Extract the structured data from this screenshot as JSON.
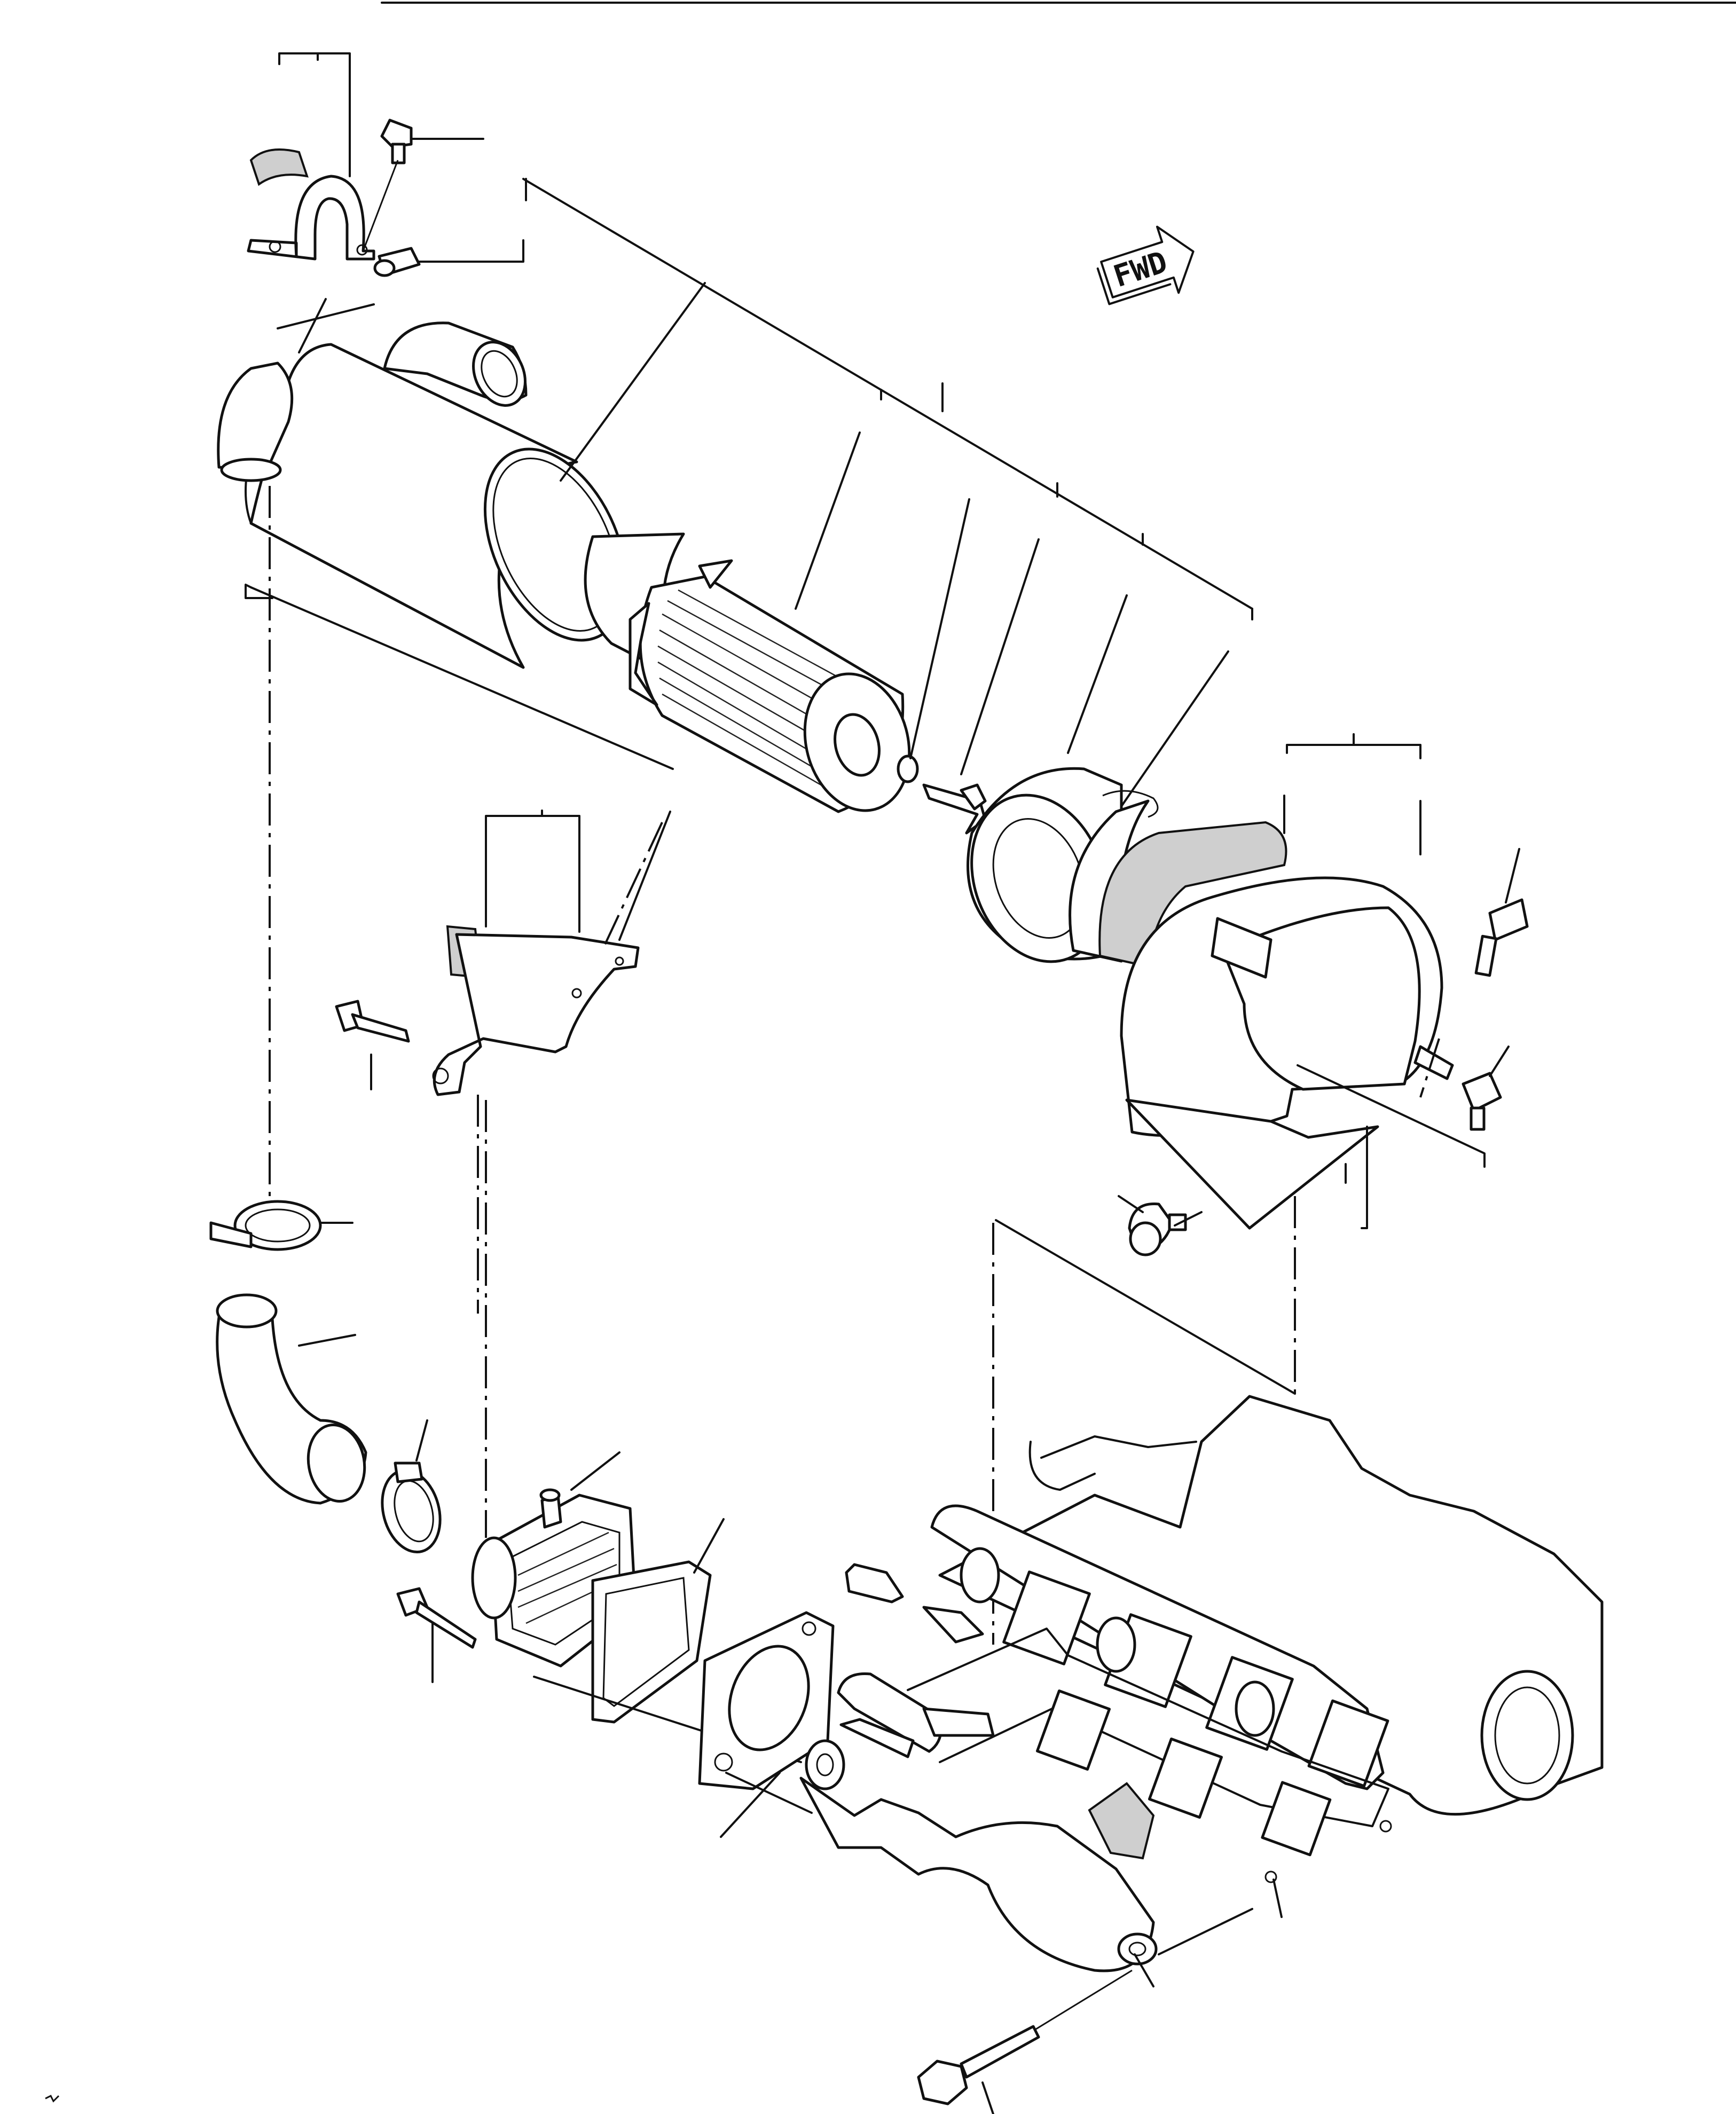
{
  "diagram": {
    "direction_indicator": {
      "label": "FWD",
      "icon": "forward-arrow-icon"
    },
    "parts": [
      "clamp-bracket",
      "bracket-bolt",
      "clamp-bolt",
      "air-cleaner-body",
      "air-cleaner-elbow",
      "air-cleaner-lid",
      "filter-element",
      "wing-nut-washer",
      "wing-nut",
      "outer-cover",
      "rubber-band-ring",
      "mounting-band",
      "bracket-base-bolt",
      "band-bolt",
      "support-bracket",
      "support-bracket-bolt",
      "hose-clamp-upper",
      "air-inlet-hose",
      "hose-clamp-lower",
      "intake-connector",
      "connector-gasket",
      "connector-bolt",
      "intake-adapter",
      "intake-manifold",
      "manifold-gasket",
      "manifold-bolt",
      "cylinder-head"
    ]
  }
}
